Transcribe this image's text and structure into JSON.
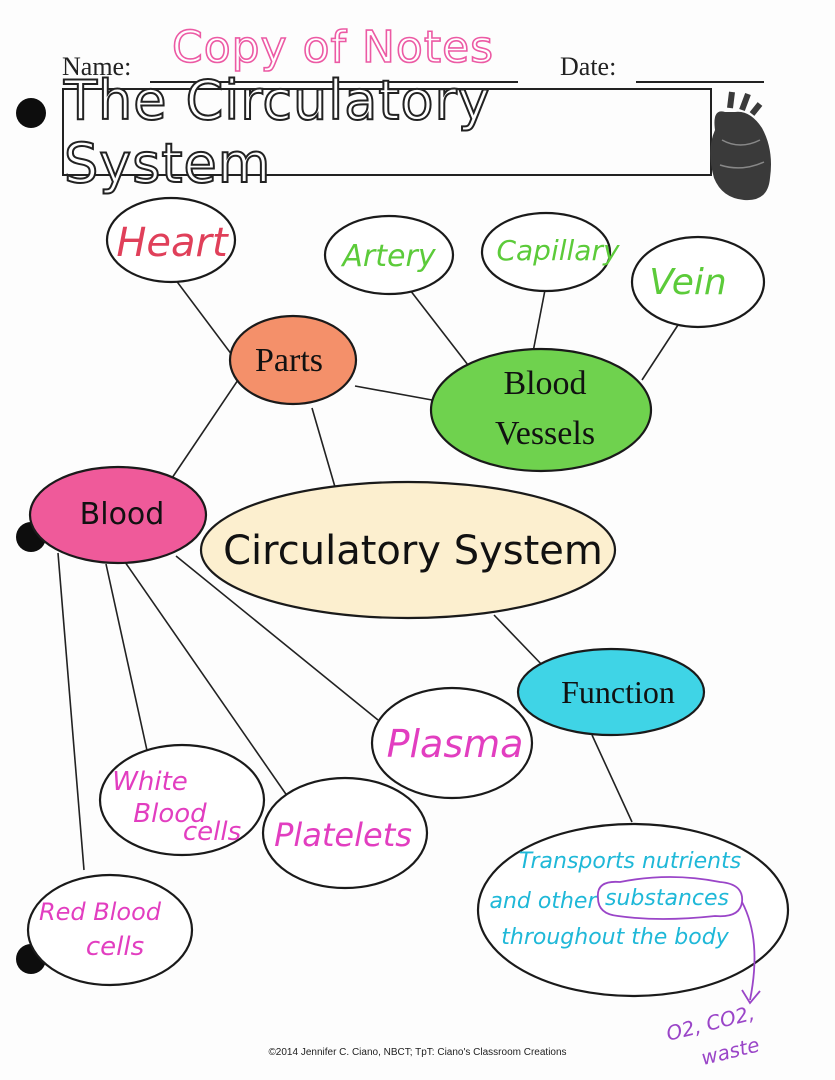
{
  "header": {
    "name_label": "Name:",
    "name_value": "Copy of Notes",
    "date_label": "Date:"
  },
  "title": "The Circulatory System",
  "nodes": {
    "center": "Circulatory System",
    "parts": "Parts",
    "blood_vessels_line1": "Blood",
    "blood_vessels_line2": "Vessels",
    "blood": "Blood",
    "function": "Function",
    "heart": "Heart",
    "artery": "Artery",
    "capillary": "Capillary",
    "vein": "Vein",
    "plasma": "Plasma",
    "white_line1": "White",
    "white_line2": "Blood",
    "white_line3": "cells",
    "platelets": "Platelets",
    "red_line1": "Red Blood",
    "red_line2": "cells",
    "function_line1": "Transports nutrients",
    "function_line2_a": "and other",
    "function_line2_b": "substances",
    "function_line3": "throughout the body",
    "note_line1": "O2, CO2,",
    "note_line2": "waste"
  },
  "colors": {
    "parts": "#f4906a",
    "blood_vessels": "#6fd24e",
    "blood": "#ef5a9a",
    "function": "#3fd4e6",
    "center": "#fcefcf",
    "heart_text": "#e0405a",
    "green_text": "#5ccb3a",
    "pink_text": "#e23ec0",
    "cyan_text": "#1fb8d8",
    "purple": "#9a45c8"
  },
  "footer": "©2014 Jennifer C. Ciano, NBCT; TpT: Ciano's Classroom Creations"
}
